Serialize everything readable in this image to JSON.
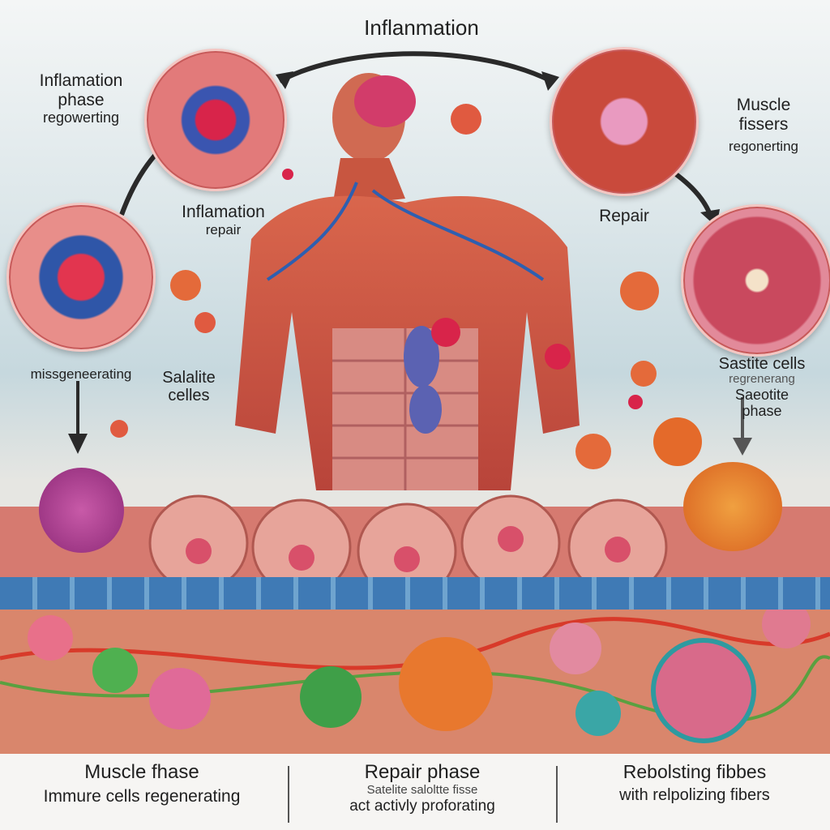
{
  "title": "Inflanmation",
  "labels": {
    "top_left_phase": [
      "Inflamation",
      "phase",
      "regowerting"
    ],
    "mid_left": [
      "Inflamation",
      "repair"
    ],
    "left_regen": "missgeneerating",
    "satellite_left": [
      "Salalite",
      "celles"
    ],
    "top_right": [
      "Muscle",
      "fissers",
      "regonerting"
    ],
    "repair_right": "Repair",
    "satellite_right": [
      "Sastite cells",
      "regrenerang",
      "Saeotite",
      "phase"
    ]
  },
  "bottom": [
    {
      "title": "Muscle fhase",
      "sub": "Immure cells regenerating"
    },
    {
      "title": "Repair phase",
      "sub_top": "Satelite saloltte fisse",
      "sub": "act activly proforating"
    },
    {
      "title": "Rebolsting fibbes",
      "sub": "with relpolizing fibers"
    }
  ],
  "colors": {
    "muscle": "#c9543f",
    "fiber": "#d98a80",
    "vessel": "#3f6fb5",
    "immune": "#e46a3a",
    "satellite": "#3aa24c"
  }
}
